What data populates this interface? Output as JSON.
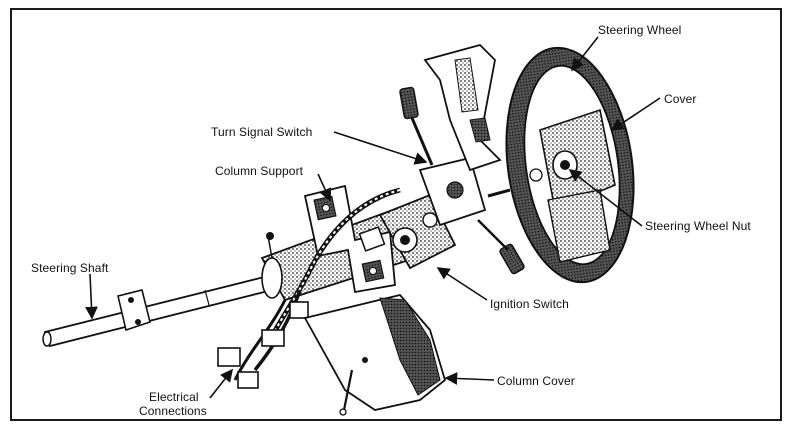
{
  "diagram": {
    "labels": {
      "steering_wheel": "Steering Wheel",
      "cover": "Cover",
      "turn_signal_switch": "Turn Signal Switch",
      "column_support": "Column Support",
      "steering_wheel_nut": "Steering Wheel Nut",
      "steering_shaft": "Steering Shaft",
      "ignition_switch": "Ignition Switch",
      "column_cover": "Column Cover",
      "electrical_connections_line1": "Electrical",
      "electrical_connections_line2": "Connections"
    },
    "colors": {
      "ink": "#111111",
      "paper": "#ffffff",
      "shade": "#3a3a3a"
    }
  }
}
